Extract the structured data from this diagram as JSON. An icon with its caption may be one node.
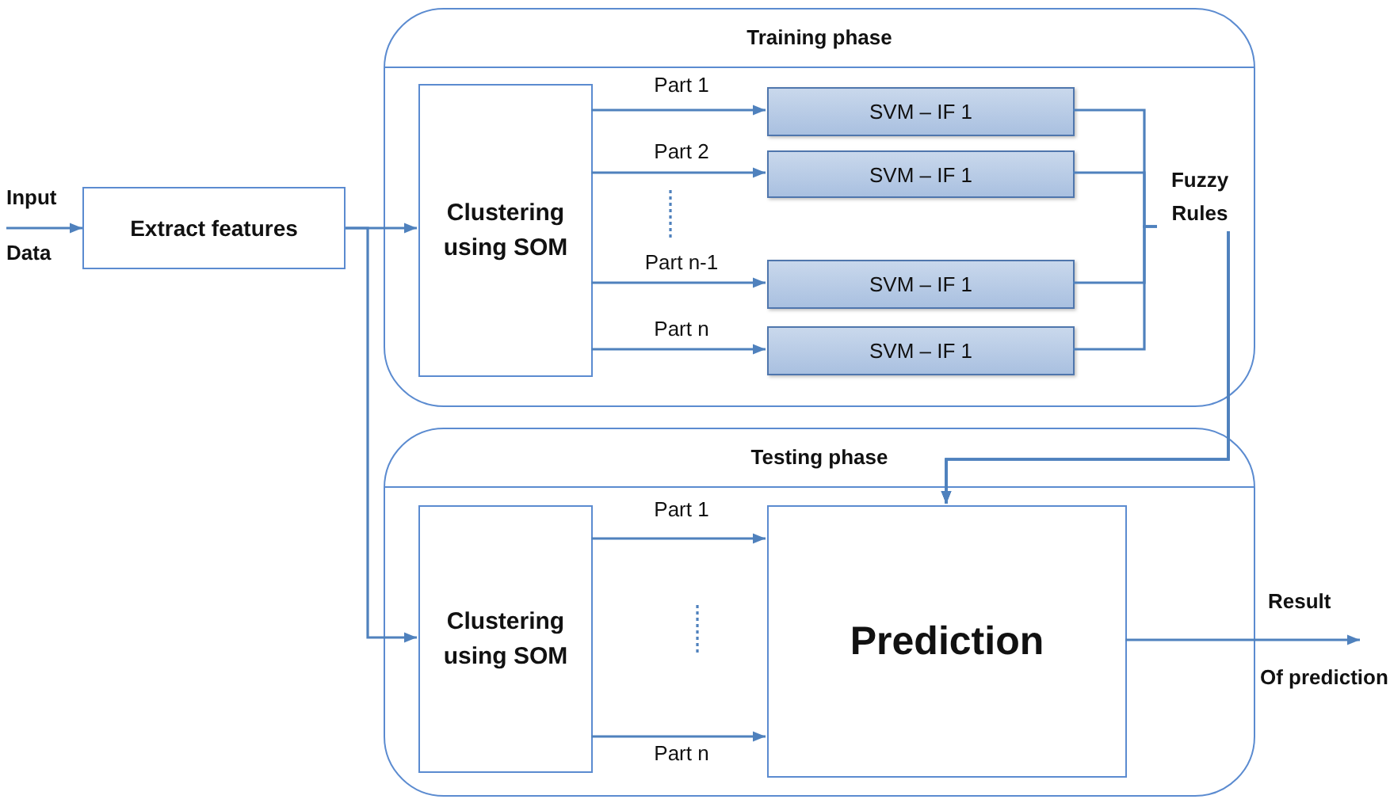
{
  "diagram": {
    "nodes": [
      {
        "text": [
          "Extract features"
        ]
      },
      {
        "text": [
          "Training phase"
        ]
      },
      {
        "text": [
          "Clustering using SOM"
        ],
        "in": 1
      },
      {
        "text": [
          "SVM – IF 1"
        ],
        "in": 1
      },
      {
        "text": [
          "SVM – IF 1"
        ],
        "in": 1
      },
      {
        "text": [
          "SVM – IF 1"
        ],
        "in": 1
      },
      {
        "text": [
          "SVM – IF 1"
        ],
        "in": 1
      },
      {
        "text": [
          "Testing phase"
        ]
      },
      {
        "text": [
          "Clustering using SOM"
        ],
        "in": 7
      },
      {
        "text": [
          "Prediction"
        ],
        "in": 7
      }
    ],
    "edges": [
      {
        "from": null,
        "to": 0,
        "arrow": "to"
      },
      {
        "from": 0,
        "to": 2,
        "arrow": "to"
      },
      {
        "from": 0,
        "to": 8,
        "arrow": "to"
      },
      {
        "from": 2,
        "to": 3,
        "arrow": "to",
        "label": "Part 1"
      },
      {
        "from": 2,
        "to": 4,
        "arrow": "to",
        "label": "Part 2"
      },
      {
        "from": 2,
        "to": 5,
        "arrow": "to",
        "label": "Part n-1"
      },
      {
        "from": 2,
        "to": 6,
        "arrow": "to",
        "label": "Part n"
      },
      {
        "from": 3,
        "to": 9,
        "arrow": "to",
        "label": "Fuzzy Rules"
      },
      {
        "from": 4,
        "to": 9,
        "arrow": "to"
      },
      {
        "from": 5,
        "to": 9,
        "arrow": "to"
      },
      {
        "from": 6,
        "to": 9,
        "arrow": "to"
      },
      {
        "from": 8,
        "to": 9,
        "arrow": "to",
        "label": "Part 1"
      },
      {
        "from": 8,
        "to": 9,
        "arrow": "to",
        "label": "Part n"
      },
      {
        "from": 9,
        "to": null,
        "arrow": "to"
      }
    ],
    "labels": [
      "Input",
      "Data",
      "Result",
      "Of prediction"
    ]
  }
}
